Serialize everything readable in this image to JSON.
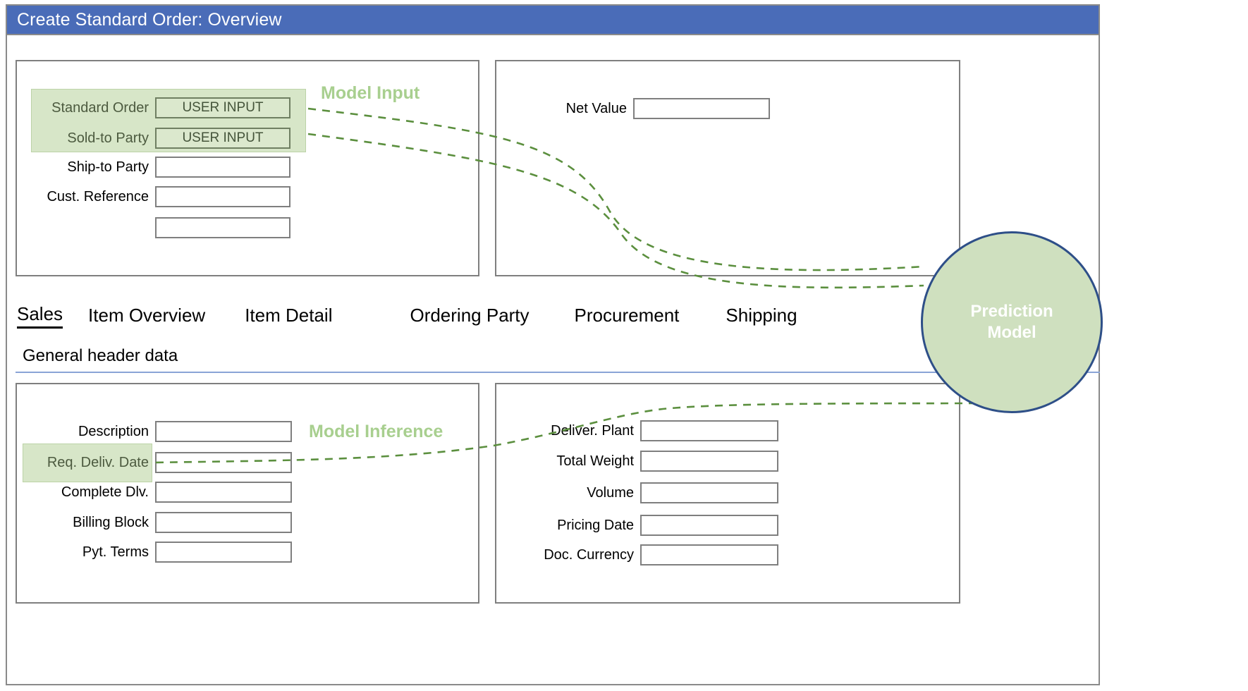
{
  "window": {
    "title": "Create Standard Order: Overview"
  },
  "colors": {
    "title_bar": "#4a6cb8",
    "accent_green": "#a8cf8f",
    "highlight_green": "#d7e6c8",
    "circle_fill": "#cfe0bf",
    "circle_border": "#2e4f88",
    "section_rule": "#8aa4d6",
    "field_border": "#7f7f7f"
  },
  "top_left_panel": {
    "fields": [
      {
        "label": "Standard Order",
        "value": "USER INPUT",
        "highlighted": true
      },
      {
        "label": "Sold-to Party",
        "value": "USER INPUT",
        "highlighted": true
      },
      {
        "label": "Ship-to Party",
        "value": "",
        "highlighted": false
      },
      {
        "label": "Cust. Reference",
        "value": "",
        "highlighted": false
      },
      {
        "label": "",
        "value": "",
        "highlighted": false
      }
    ]
  },
  "top_right_panel": {
    "fields": [
      {
        "label": "Net Value",
        "value": ""
      }
    ]
  },
  "annotations": {
    "model_input": "Model Input",
    "model_inference": "Model Inference"
  },
  "tabs": [
    {
      "label": "Sales",
      "active": true
    },
    {
      "label": "Item Overview",
      "active": false
    },
    {
      "label": "Item Detail",
      "active": false
    },
    {
      "label": "Ordering Party",
      "active": false
    },
    {
      "label": "Procurement",
      "active": false
    },
    {
      "label": "Shipping",
      "active": false
    }
  ],
  "section": {
    "heading": "General header data"
  },
  "bottom_left_panel": {
    "fields": [
      {
        "label": "Description",
        "value": "",
        "highlighted": false
      },
      {
        "label": "Req. Deliv. Date",
        "value": "",
        "highlighted": true
      },
      {
        "label": "Complete Dlv.",
        "value": "",
        "highlighted": false
      },
      {
        "label": "Billing Block",
        "value": "",
        "highlighted": false
      },
      {
        "label": "Pyt. Terms",
        "value": "",
        "highlighted": false
      }
    ]
  },
  "bottom_right_panel": {
    "fields": [
      {
        "label": "Deliver. Plant",
        "value": ""
      },
      {
        "label": "Total Weight",
        "value": ""
      },
      {
        "label": "Volume",
        "value": ""
      },
      {
        "label": "Pricing Date",
        "value": ""
      },
      {
        "label": "Doc. Currency",
        "value": ""
      }
    ]
  },
  "prediction_model": {
    "line1": "Prediction",
    "line2": "Model"
  }
}
